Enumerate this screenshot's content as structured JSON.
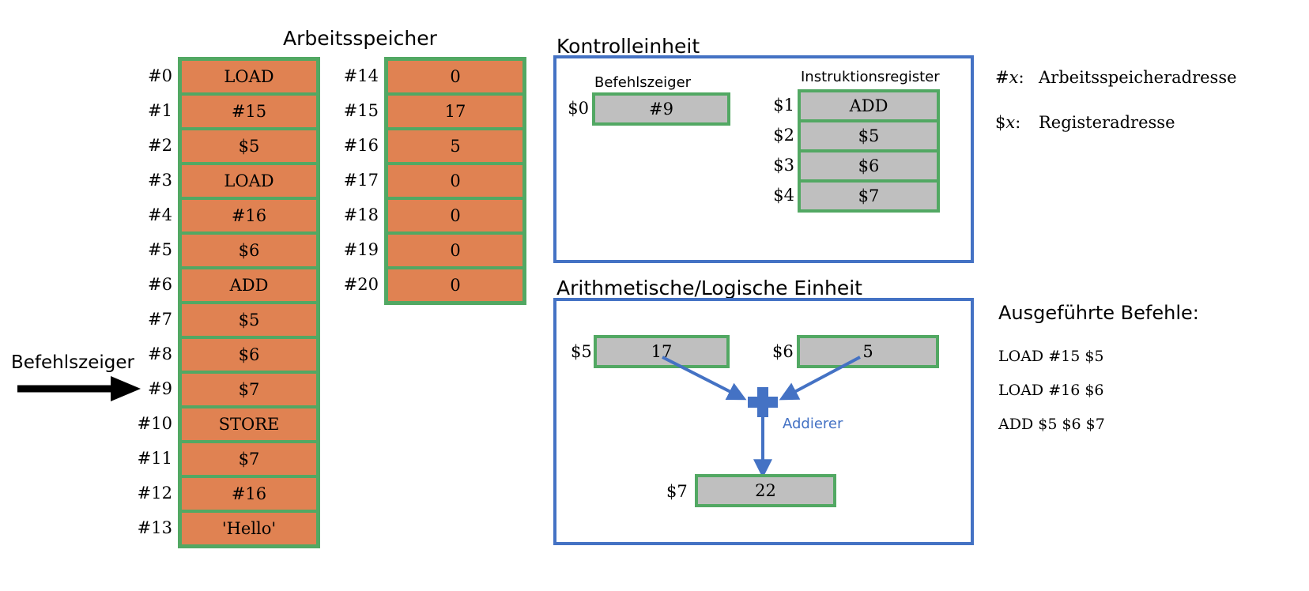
{
  "memory": {
    "title": "Arbeitsspeicher",
    "pointer_label": "Befehlszeiger",
    "columns": [
      {
        "cells": [
          {
            "addr": "#0",
            "value": "LOAD"
          },
          {
            "addr": "#1",
            "value": "#15"
          },
          {
            "addr": "#2",
            "value": "$5"
          },
          {
            "addr": "#3",
            "value": "LOAD"
          },
          {
            "addr": "#4",
            "value": "#16"
          },
          {
            "addr": "#5",
            "value": "$6"
          },
          {
            "addr": "#6",
            "value": "ADD"
          },
          {
            "addr": "#7",
            "value": "$5"
          },
          {
            "addr": "#8",
            "value": "$6"
          },
          {
            "addr": "#9",
            "value": "$7"
          },
          {
            "addr": "#10",
            "value": "STORE"
          },
          {
            "addr": "#11",
            "value": "$7"
          },
          {
            "addr": "#12",
            "value": "#16"
          },
          {
            "addr": "#13",
            "value": "'Hello'"
          }
        ]
      },
      {
        "cells": [
          {
            "addr": "#14",
            "value": "0"
          },
          {
            "addr": "#15",
            "value": "17"
          },
          {
            "addr": "#16",
            "value": "5"
          },
          {
            "addr": "#17",
            "value": "0"
          },
          {
            "addr": "#18",
            "value": "0"
          },
          {
            "addr": "#19",
            "value": "0"
          },
          {
            "addr": "#20",
            "value": "0"
          }
        ]
      }
    ]
  },
  "control_unit": {
    "title": "Kontrolleinheit",
    "instruction_pointer": {
      "title": "Befehlszeiger",
      "cells": [
        {
          "addr": "$0",
          "value": "#9"
        }
      ]
    },
    "instruction_register": {
      "title": "Instruktionsregister",
      "cells": [
        {
          "addr": "$1",
          "value": "ADD"
        },
        {
          "addr": "$2",
          "value": "$5"
        },
        {
          "addr": "$3",
          "value": "$6"
        },
        {
          "addr": "$4",
          "value": "$7"
        }
      ]
    }
  },
  "alu": {
    "title": "Arithmetische/Logische Einheit",
    "adder_label": "Addierer",
    "operand_left": {
      "addr": "$5",
      "value": "17"
    },
    "operand_right": {
      "addr": "$6",
      "value": "5"
    },
    "result": {
      "addr": "$7",
      "value": "22"
    }
  },
  "legend": {
    "entries": [
      {
        "key_prefix": "#",
        "key_var": "x",
        "key_suffix": ":",
        "description": "Arbeitsspeicheradresse"
      },
      {
        "key_prefix": "$",
        "key_var": "x",
        "key_suffix": ":",
        "description": "Registeradresse"
      }
    ]
  },
  "executed": {
    "title": "Ausgeführte Befehle:",
    "items": [
      "LOAD #15 $5",
      "LOAD #16 $6",
      "ADD $5 $6 $7"
    ]
  },
  "colors": {
    "memory_fill": "#e08252",
    "memory_border": "#52a863",
    "register_fill": "#bfbfbf",
    "panel_border": "#4472c4",
    "adder": "#4472c4"
  }
}
